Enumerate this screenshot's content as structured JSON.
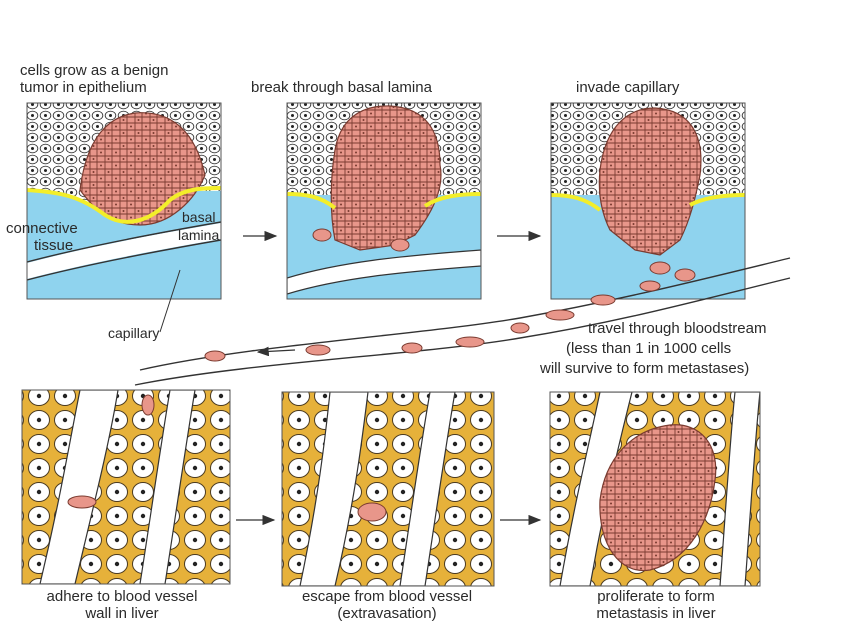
{
  "stages": {
    "s1": {
      "line1": "cells grow as a benign",
      "line2": "tumor in epithelium"
    },
    "s2": {
      "line1": "break through basal lamina"
    },
    "s3": {
      "line1": "invade capillary"
    },
    "s4": {
      "line1": "travel through bloodstream",
      "line2": "(less than 1 in 1000 cells",
      "line3": "will survive to form metastases)"
    },
    "s5": {
      "line1": "adhere to blood vessel",
      "line2": "wall in liver"
    },
    "s6": {
      "line1": "escape from blood vessel",
      "line2": "(extravasation)"
    },
    "s7": {
      "line1": "proliferate to form",
      "line2": "metastasis in liver"
    }
  },
  "labels": {
    "connective1": "connective",
    "connective2": "tissue",
    "basal1": "basal",
    "basal2": "lamina",
    "capillary": "capillary"
  },
  "colors": {
    "tumor": "#e8968a",
    "tumor_outline": "#7a3b30",
    "connective": "#8fd3ee",
    "basal_lamina": "#f3ee2a",
    "liver": "#e6b13a",
    "vessel": "#ffffff"
  }
}
